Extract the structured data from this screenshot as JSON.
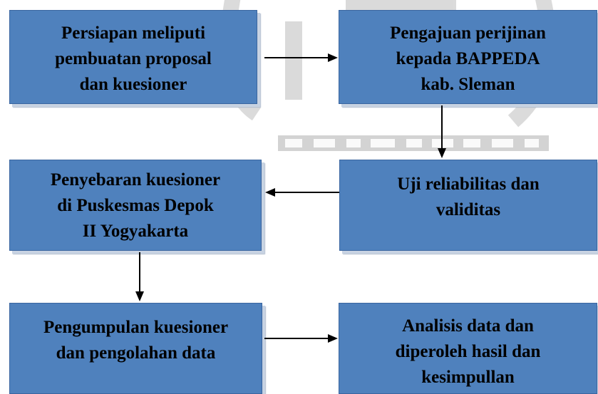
{
  "diagram": {
    "steps": [
      {
        "id": "persiapan",
        "text": "Persiapan meliputi\npembuatan proposal\ndan kuesioner"
      },
      {
        "id": "pengajuan",
        "text": "Pengajuan perijinan\nkepada BAPPEDA\nkab. Sleman"
      },
      {
        "id": "uji",
        "text": "Uji reliabilitas dan\nvaliditas"
      },
      {
        "id": "penyebaran",
        "text": "Penyebaran kuesioner\ndi Puskesmas Depok\nII Yogyakarta"
      },
      {
        "id": "pengumpulan",
        "text": "Pengumpulan kuesioner\ndan pengolahan data"
      },
      {
        "id": "analisis",
        "text": "Analisis data dan\ndiperoleh hasil dan\nkesimpullan"
      }
    ]
  },
  "colors": {
    "box_fill": "#4f81bd",
    "arrow": "#000000",
    "watermark": "#b5b5b5"
  }
}
